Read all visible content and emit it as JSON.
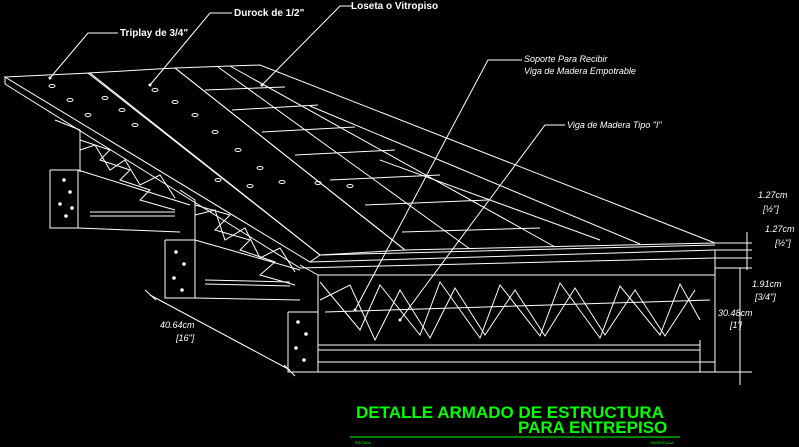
{
  "callouts": {
    "triplay": "Triplay de 3/4\"",
    "durock": "Durock de 1/2\"",
    "loseta": "Loseta o Vitropiso",
    "soporte_line1": "Soporte Para Recibir",
    "soporte_line2": "Viga de Madera Empotrable",
    "viga_tipo": "Viga de Madera Tipo \"I\""
  },
  "dimensions": {
    "d1_value": "1.27cm",
    "d1_inch": "[½\"]",
    "d2_value": "1.27cm",
    "d2_inch": "[½\"]",
    "d3_value": "1.91cm",
    "d3_inch": "[3/4\"]",
    "d4_value": "30.48cm",
    "d4_inch": "[1']",
    "spacing_value": "40.64cm",
    "spacing_inch": "[16\"]"
  },
  "title": {
    "line1": "DETALLE ARMADO DE ESTRUCTURA",
    "line2": "PARA ENTREPISO",
    "scale_left": "ESCALA",
    "scale_right": "SIN ESCALA"
  },
  "colors": {
    "background": "#000000",
    "linework": "#ffffff",
    "title": "#00ff00"
  }
}
